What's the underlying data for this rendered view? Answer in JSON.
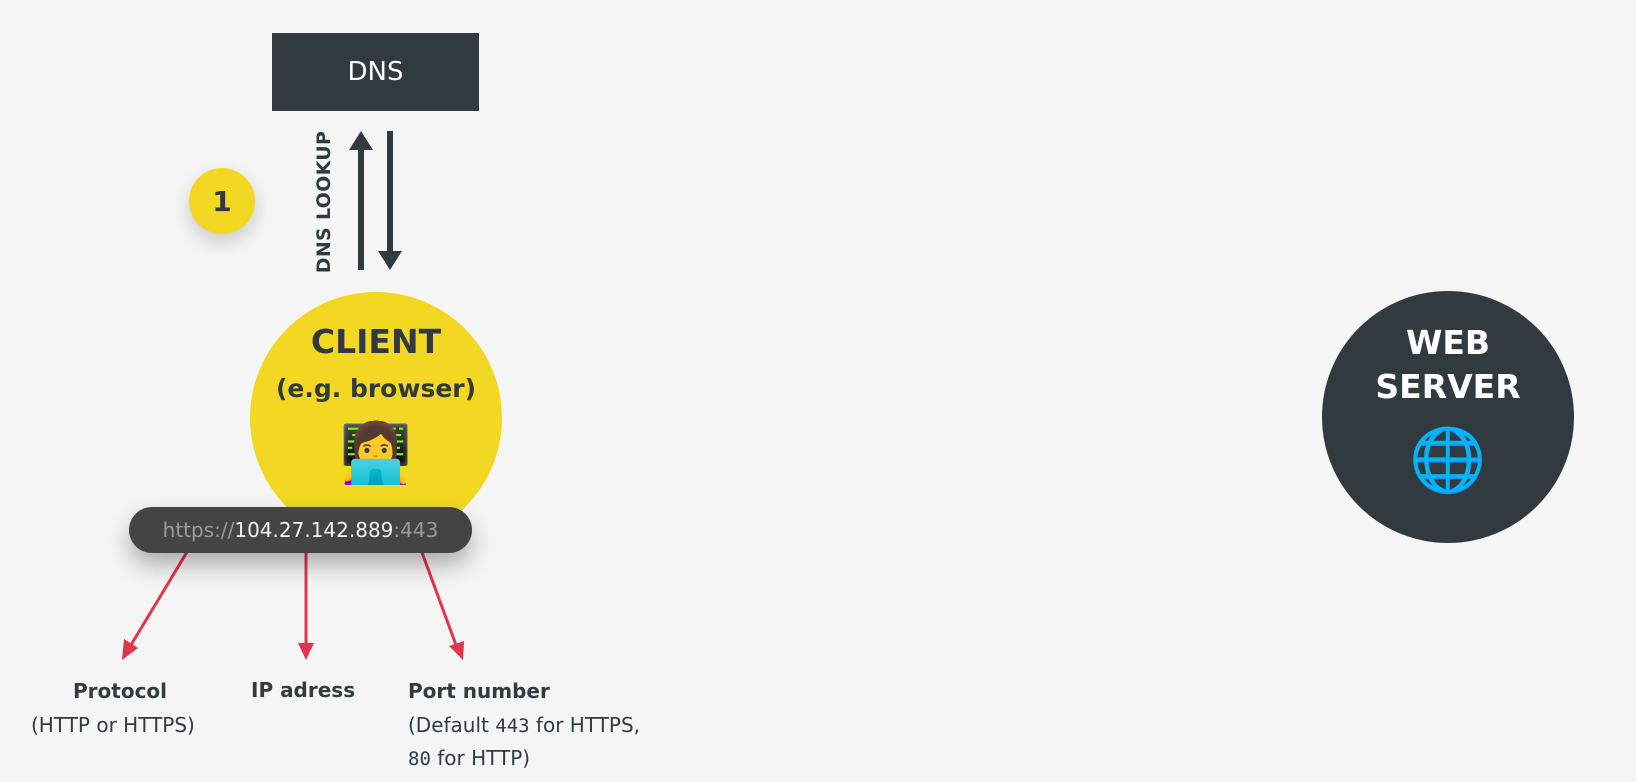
{
  "dns": {
    "label": "DNS"
  },
  "lookup": {
    "label": "DNS LOOKUP"
  },
  "step": {
    "number": "1"
  },
  "client": {
    "title": "CLIENT",
    "subtitle": "(e.g. browser)",
    "emoji": "👩‍💻",
    "color": "#f2d822"
  },
  "url": {
    "protocol": "https://",
    "ip": "104.27.142.889",
    "port": ":443"
  },
  "server": {
    "title_line1": "WEB",
    "title_line2": "SERVER",
    "emoji": "🌐",
    "color": "#313b3f"
  },
  "labels": {
    "protocol": {
      "title": "Protocol",
      "desc": "(HTTP or HTTPS)"
    },
    "ip": {
      "title": "IP adress"
    },
    "port": {
      "title": "Port number",
      "desc_prefix": "(Default ",
      "desc_code1": "443",
      "desc_mid": " for HTTPS,",
      "desc_code2": "80",
      "desc_suffix": " for HTTP)"
    }
  },
  "colors": {
    "background": "#f5f5f5",
    "dark": "#313b3f",
    "accent_yellow": "#f2d822",
    "arrow_red": "#e0344f",
    "url_bar": "#444444"
  }
}
